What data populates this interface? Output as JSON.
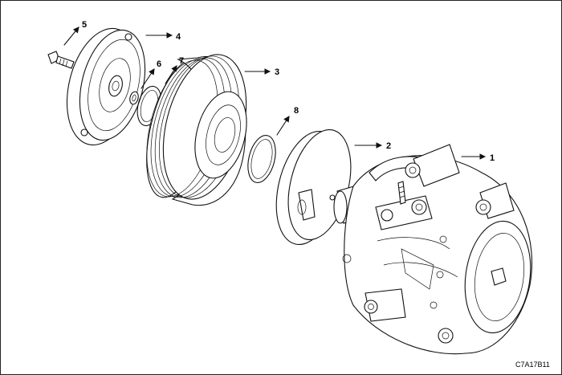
{
  "callouts": {
    "c1": "1",
    "c2": "2",
    "c3": "3",
    "c4": "4",
    "c5": "5",
    "c6": "6",
    "c7": "7",
    "c8": "8"
  },
  "figure_code": "C7A17B11"
}
